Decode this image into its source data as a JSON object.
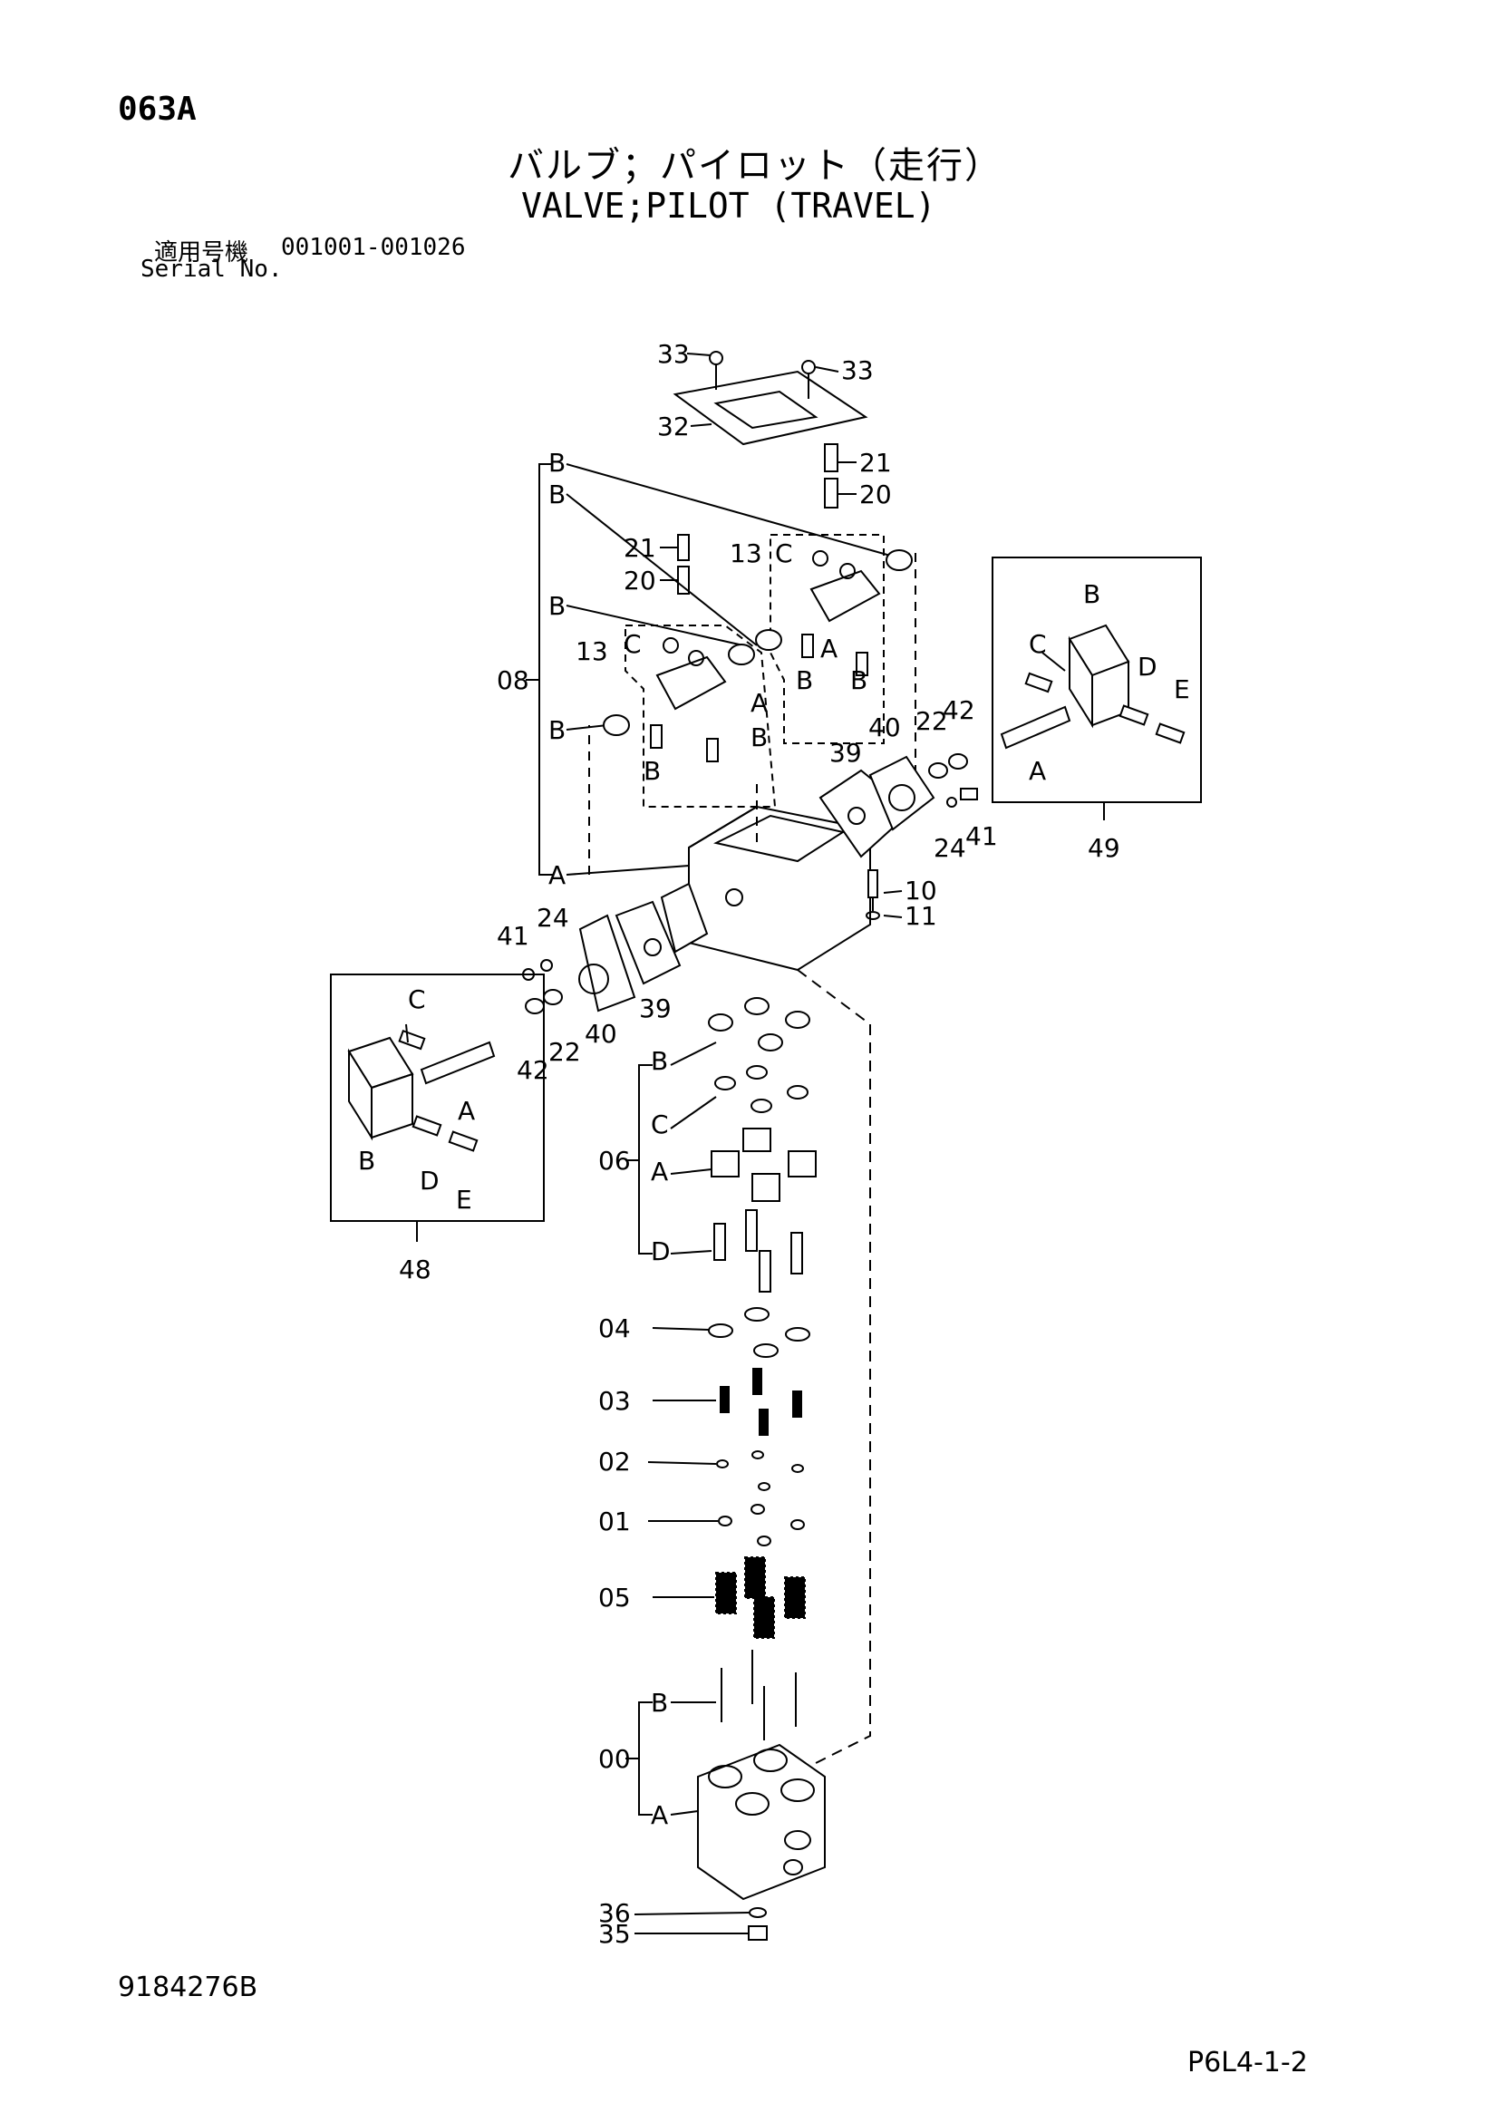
{
  "header": {
    "page_id": "063A",
    "title_ja": "バルブ；パイロット（走行）",
    "title_en": "VALVE;PILOT (TRAVEL)",
    "serial_label_ja": "適用号機",
    "serial_range": "001001-001026",
    "serial_label_en": "Serial No."
  },
  "footer": {
    "document_number": "9184276B",
    "page_reference": "P6L4-1-2"
  },
  "callouts": {
    "c33a": "33",
    "c33b": "33",
    "c32": "32",
    "c21a": "21",
    "c20a": "20",
    "c21b": "21",
    "c20b": "20",
    "c13a": "13",
    "c13b": "13",
    "c08": "08",
    "c40a": "40",
    "c39a": "39",
    "c22a": "22",
    "c42a": "42",
    "c24a": "24",
    "c41a": "41",
    "c10": "10",
    "c11": "11",
    "c49": "49",
    "c41b": "41",
    "c24b": "24",
    "c40b": "40",
    "c39b": "39",
    "c22b": "22",
    "c42b": "42",
    "c48": "48",
    "c06": "06",
    "c04": "04",
    "c03": "03",
    "c02": "02",
    "c01": "01",
    "c05": "05",
    "c00": "00",
    "c36": "36",
    "c35": "35"
  },
  "sub_labels": {
    "A": "A",
    "B": "B",
    "C": "C",
    "D": "D",
    "E": "E"
  }
}
